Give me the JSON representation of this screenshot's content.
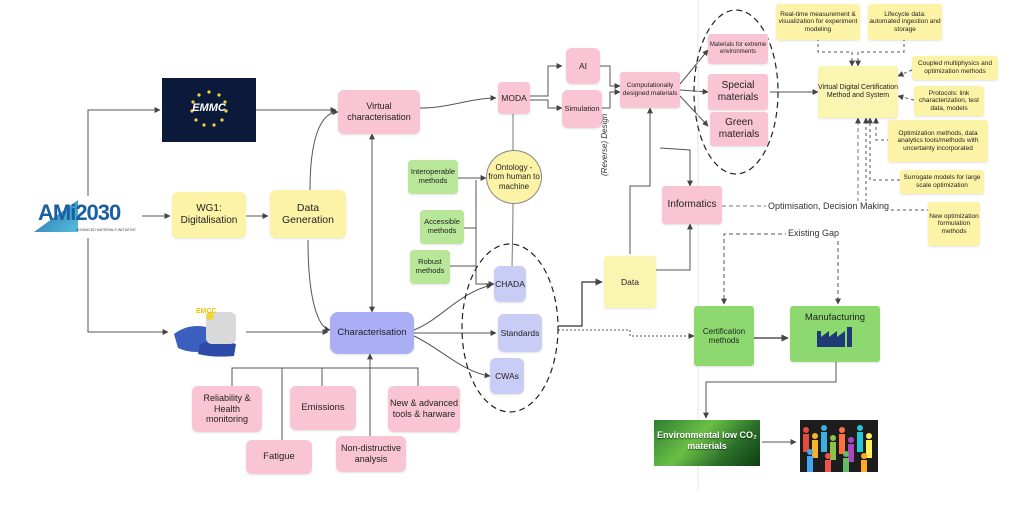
{
  "logos": {
    "emmc": "EMMC",
    "ami": "AMi2030",
    "ami_sub": "ADVANCED MATERIALS INITIATIVE",
    "emcc": "EMCC"
  },
  "nodes": {
    "wg1": "WG1: Digitalisation",
    "data_generation": "Data Generation",
    "virtual_characterisation": "Virtual characterisation",
    "characterisation": "Characterisation",
    "reliability": "Reliability & Health monitoring",
    "fatigue": "Fatigue",
    "emissions": "Emissions",
    "non_destructive": "Non-distructive analysis",
    "new_tools": "New & advanced tools & harware",
    "interoperable": "Interoperable methods",
    "accessible": "Accessible methods",
    "robust": "Robust methods",
    "ontology": "Ontology - from human to machine",
    "chada": "CHADA",
    "standards": "Standards",
    "cwas": "CWAs",
    "moda": "MODA",
    "ai": "AI",
    "simulation": "Simulation",
    "computationally": "Computationally designed materials",
    "materials_extreme": "Materials for extreme environments",
    "special_materials": "Special materials",
    "green_materials": "Green materials",
    "data": "Data",
    "informatics": "Informatics",
    "certification": "Certification methods",
    "manufacturing": "Manufacturing",
    "environmental": "Environmental low CO₂ materials",
    "virtual_digital": "Virtual Digital Certification Method and System",
    "realtime": "Real-time measurement & visualization for experiment modeling",
    "lifecycle": "Lifecycle data: automated ingestion and storage",
    "coupled": "Coupled multiphysics and optimization methods",
    "protocols": "Protocols: link characterization, test data, models",
    "optimization_methods": "Optimization methods, data analytics tools/methods with uncertainty incorporated",
    "surrogate": "Surrogate models for large scale optimization",
    "new_optimization": "New optimization formulation methods"
  },
  "labels": {
    "reverse_design": "(Reverse) Design",
    "optimisation": "Optimisation, Decision Making",
    "existing_gap": "Existing Gap"
  },
  "colors": {
    "pink": "#f9c5d5",
    "yellow": "#fdf3a6",
    "blue": "#a9aef5",
    "light_blue": "#c9ccf4",
    "green": "#b9e79a",
    "dark_green": "#8ed96f",
    "emmc_navy": "#0b1a3a"
  }
}
